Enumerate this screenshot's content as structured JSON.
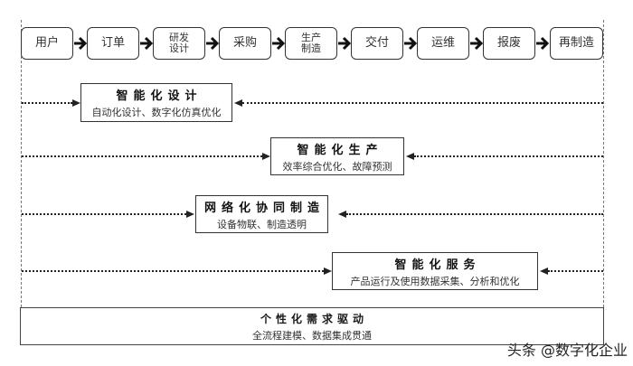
{
  "value_chain": {
    "steps": [
      {
        "line1": "用户",
        "line2": ""
      },
      {
        "line1": "订单",
        "line2": ""
      },
      {
        "line1": "研发",
        "line2": "设计"
      },
      {
        "line1": "采购",
        "line2": ""
      },
      {
        "line1": "生产",
        "line2": "制造"
      },
      {
        "line1": "交付",
        "line2": ""
      },
      {
        "line1": "运维",
        "line2": ""
      },
      {
        "line1": "报废",
        "line2": ""
      },
      {
        "line1": "再制造",
        "line2": ""
      }
    ]
  },
  "capabilities": [
    {
      "title": "智能化设计",
      "desc": "自动化设计、数字化仿真优化"
    },
    {
      "title": "智能化生产",
      "desc": "效率综合优化、故障预测"
    },
    {
      "title": "网络化协同制造",
      "desc": "设备物联、制造透明"
    },
    {
      "title": "智能化服务",
      "desc": "产品运行及使用数据采集、分析和优化"
    }
  ],
  "foundation": {
    "title": "个性化需求驱动",
    "desc": "全流程建模、数据集成贯通"
  },
  "watermark": "头条 @数字化企业",
  "colors": {
    "stroke": "#333333",
    "background": "#ffffff"
  }
}
